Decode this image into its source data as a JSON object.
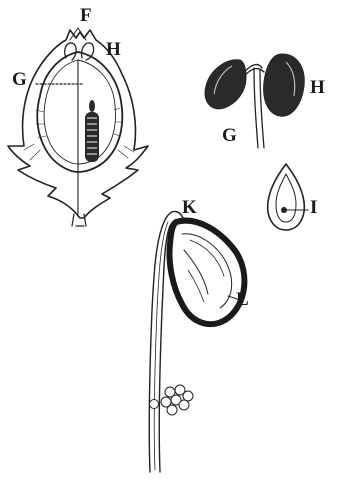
{
  "figure": {
    "labels": {
      "f": "F",
      "g_left": "G",
      "h_left": "H",
      "h_right": "H",
      "g_right": "G",
      "i": "I",
      "k": "K",
      "l": "L"
    },
    "colors": {
      "ink": "#222222",
      "dark_fill": "#2a2a2a",
      "paper": "#ffffff"
    }
  }
}
